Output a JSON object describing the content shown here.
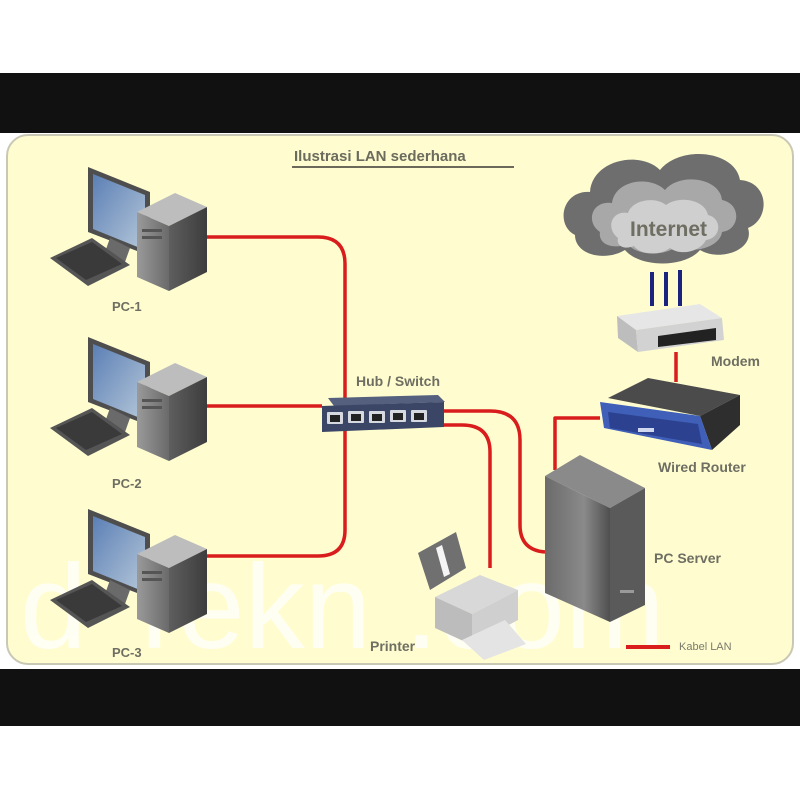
{
  "title": "Ilustrasi LAN sederhana",
  "watermark": "d  Tekn .com",
  "nodes": {
    "pc1": {
      "label": "PC-1",
      "icon": "desktop-computer-icon"
    },
    "pc2": {
      "label": "PC-2",
      "icon": "desktop-computer-icon"
    },
    "pc3": {
      "label": "PC-3",
      "icon": "desktop-computer-icon"
    },
    "hub": {
      "label": "Hub / Switch",
      "icon": "network-switch-icon"
    },
    "printer": {
      "label": "Printer",
      "icon": "printer-icon"
    },
    "server": {
      "label": "PC Server",
      "icon": "server-tower-icon"
    },
    "router": {
      "label": "Wired Router",
      "icon": "router-icon"
    },
    "modem": {
      "label": "Modem",
      "icon": "modem-icon"
    },
    "internet": {
      "label": "Internet",
      "icon": "cloud-icon"
    }
  },
  "connections": [
    {
      "from": "PC-1",
      "to": "Hub / Switch",
      "type": "Kabel LAN"
    },
    {
      "from": "PC-2",
      "to": "Hub / Switch",
      "type": "Kabel LAN"
    },
    {
      "from": "PC-3",
      "to": "Hub / Switch",
      "type": "Kabel LAN"
    },
    {
      "from": "Hub / Switch",
      "to": "Printer",
      "type": "Kabel LAN"
    },
    {
      "from": "Hub / Switch",
      "to": "PC Server",
      "type": "Kabel LAN"
    },
    {
      "from": "PC Server",
      "to": "Wired Router",
      "type": "Kabel LAN"
    },
    {
      "from": "Wired Router",
      "to": "Modem",
      "type": "Kabel LAN"
    },
    {
      "from": "Modem",
      "to": "Internet",
      "type": "uplink"
    }
  ],
  "legend": {
    "label": "Kabel LAN",
    "color": "#d91c1c"
  },
  "colors": {
    "cable": "#d91c1c",
    "uplink": "#1a237e",
    "panel": "#fffdd0",
    "bars": "#111111"
  }
}
